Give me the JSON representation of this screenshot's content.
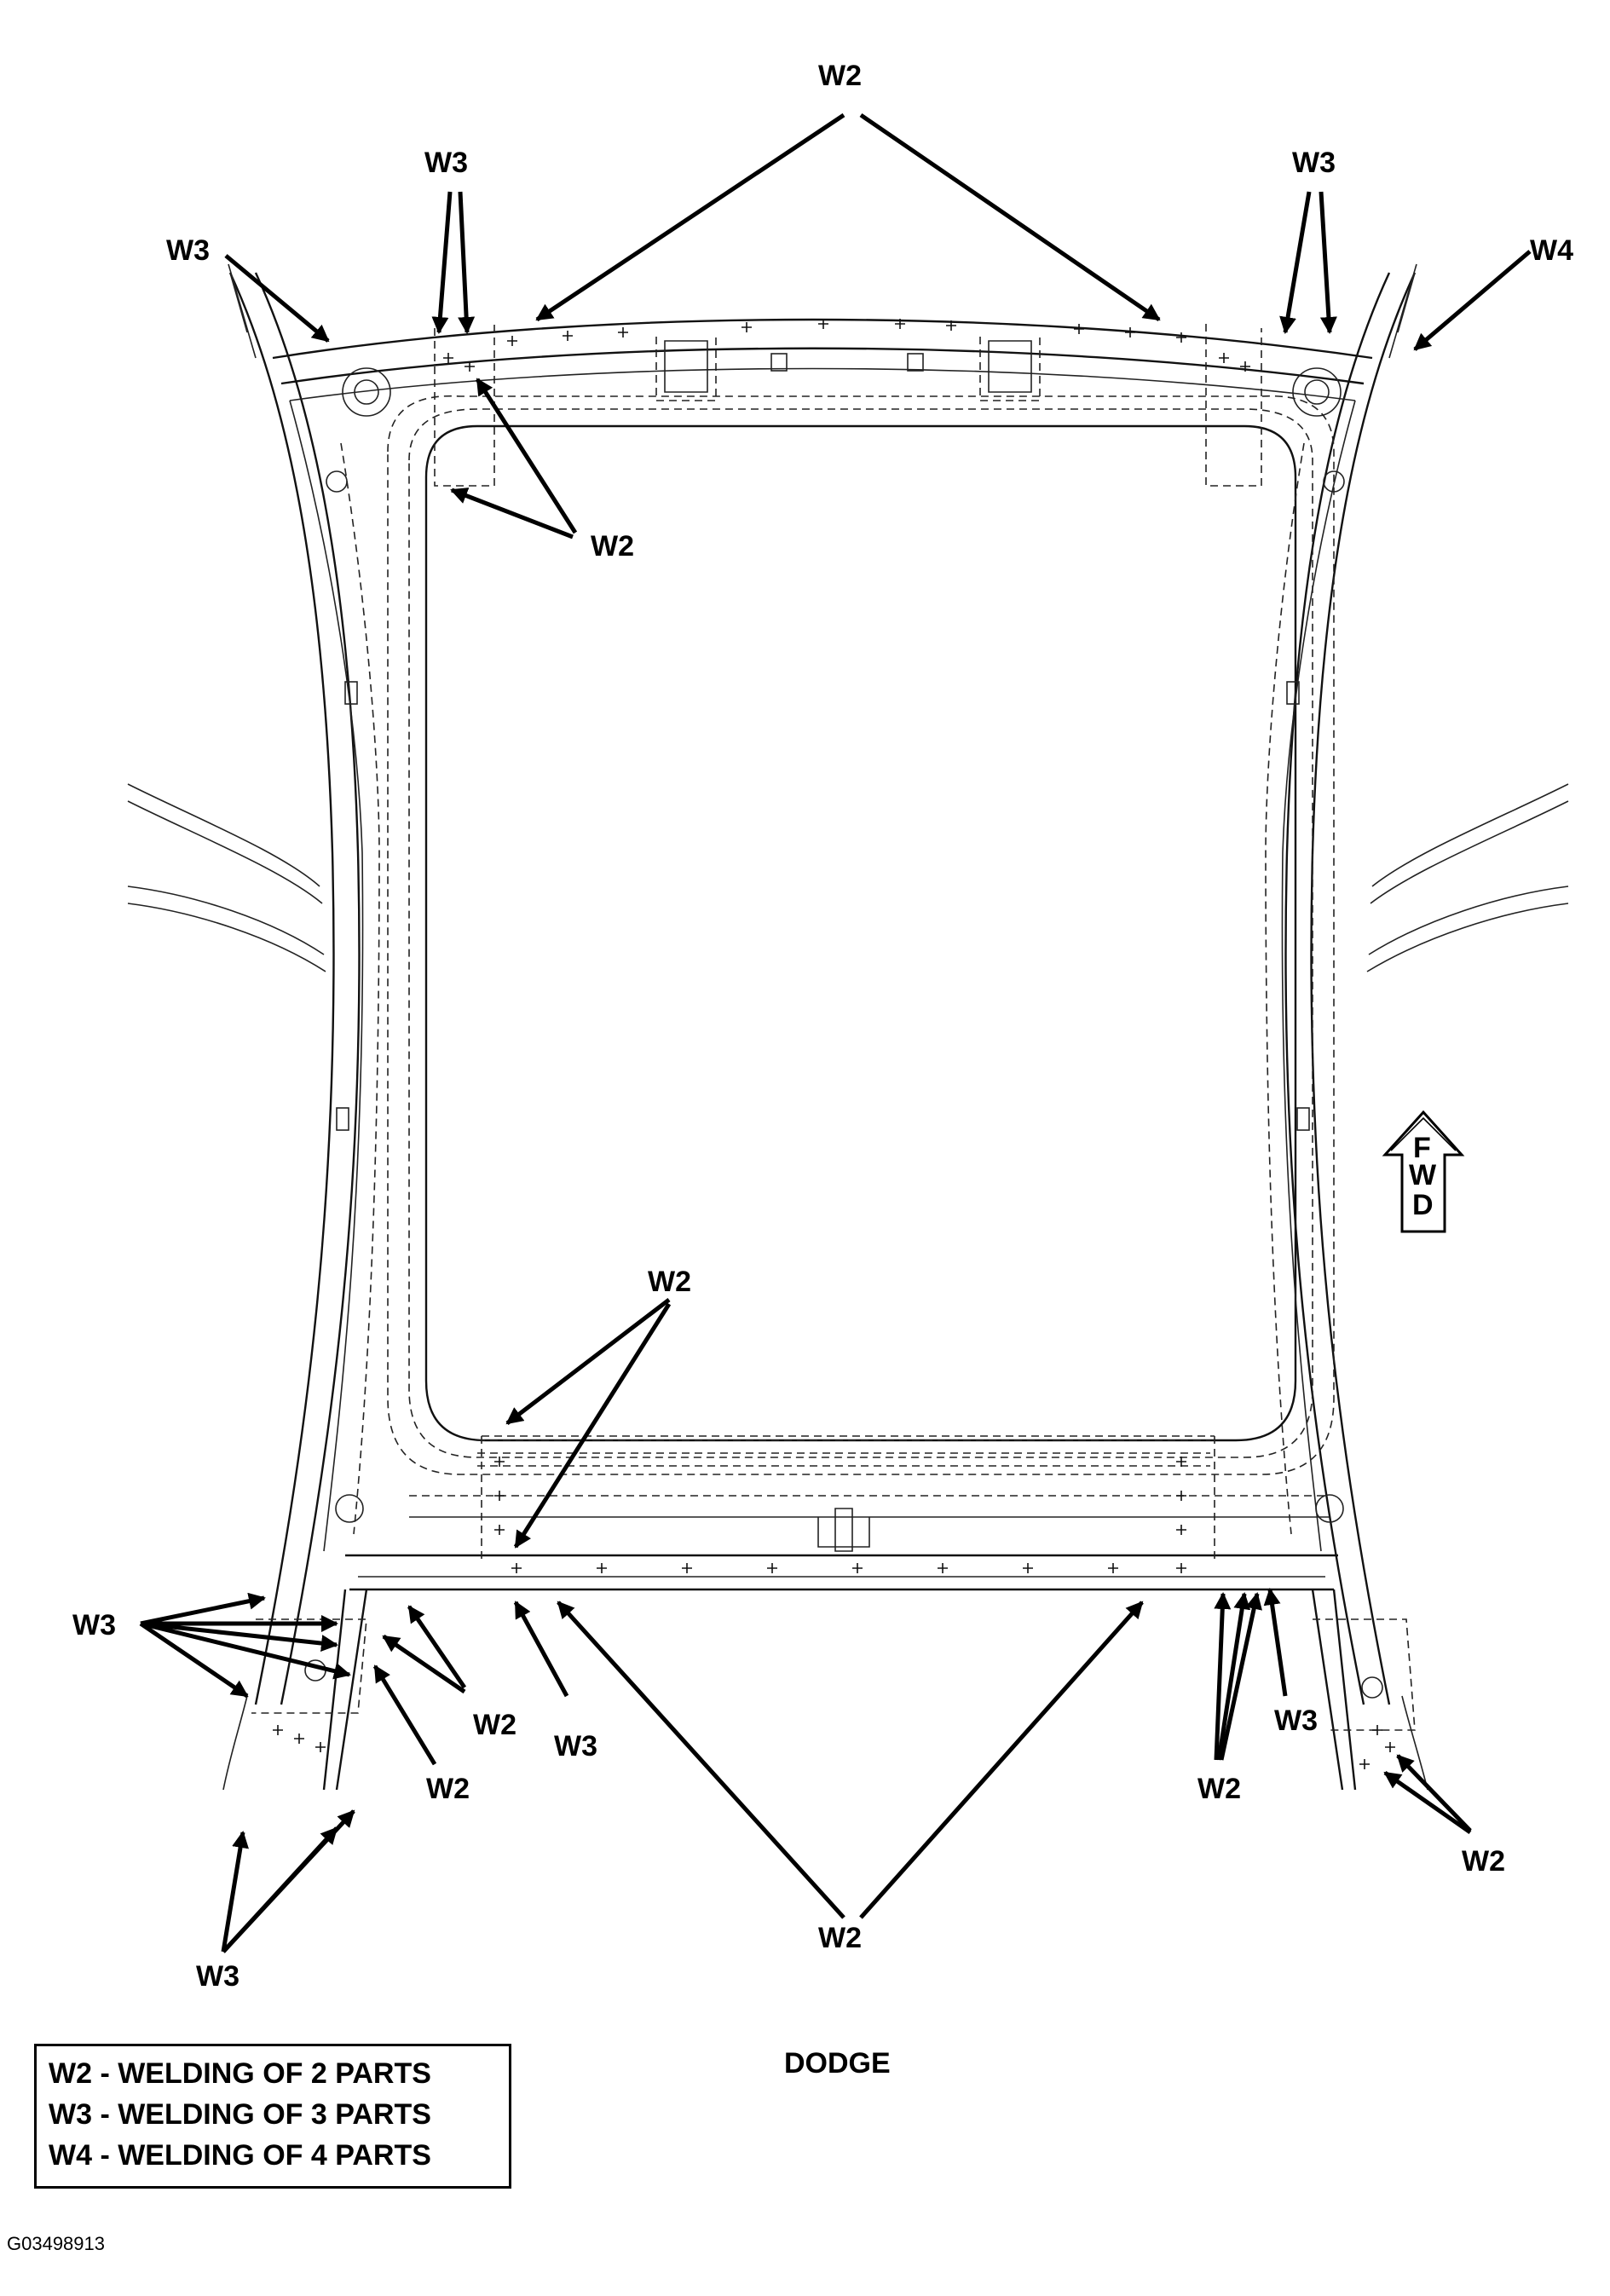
{
  "callouts": {
    "w2": "W2",
    "w3": "W3",
    "w4": "W4"
  },
  "direction_badge": {
    "line1": "F",
    "line2": "W",
    "line3": "D"
  },
  "legend": [
    "W2 - WELDING OF 2 PARTS",
    "W3 - WELDING OF 3 PARTS",
    "W4 - WELDING OF 4 PARTS"
  ],
  "brand": "DODGE",
  "figure_id": "G03498913"
}
